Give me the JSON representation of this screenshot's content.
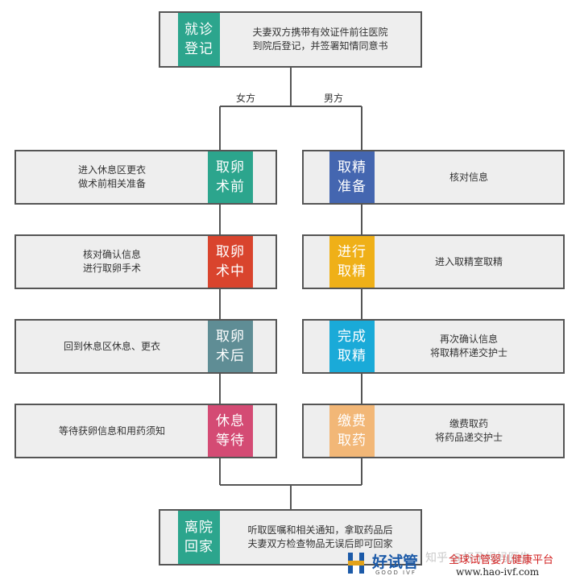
{
  "colors": {
    "teal": "#2ca58d",
    "blue": "#4466b0",
    "red": "#d9442d",
    "amber": "#efb018",
    "slate": "#5f8d95",
    "cyan": "#1aaad8",
    "pink": "#d44b74",
    "peach": "#f2b777",
    "box_bg": "#eeeeee",
    "line": "#555555"
  },
  "top": {
    "tag": "就诊\n登记",
    "desc": "夫妻双方携带有效证件前往医院\n到院后登记，并签署知情同意书"
  },
  "branch_labels": {
    "female": "女方",
    "male": "男方"
  },
  "female_steps": [
    {
      "tag": "取卵\n术前",
      "desc": "进入休息区更衣\n做术前相关准备",
      "color": "teal"
    },
    {
      "tag": "取卵\n术中",
      "desc": "核对确认信息\n进行取卵手术",
      "color": "red"
    },
    {
      "tag": "取卵\n术后",
      "desc": "回到休息区休息、更衣",
      "color": "slate"
    },
    {
      "tag": "休息\n等待",
      "desc": "等待获卵信息和用药须知",
      "color": "pink"
    }
  ],
  "male_steps": [
    {
      "tag": "取精\n准备",
      "desc": "核对信息",
      "color": "blue"
    },
    {
      "tag": "进行\n取精",
      "desc": "进入取精室取精",
      "color": "amber"
    },
    {
      "tag": "完成\n取精",
      "desc": "再次确认信息\n将取精杯递交护士",
      "color": "cyan"
    },
    {
      "tag": "缴费\n取药",
      "desc": "缴费取药\n将药品递交护士",
      "color": "peach"
    }
  ],
  "bottom": {
    "tag": "离院\n回家",
    "desc": "听取医嘱和相关通知，拿取药品后\n夫妻双方检查物品无误后即可回家"
  },
  "watermarks": {
    "zhihu": "知乎 @好孕妈妈医生",
    "logo_cn": "好试管",
    "logo_en": "GOOD IVF",
    "slogan": "全球试管婴儿健康平台",
    "url": "www.hao-ivf.com"
  }
}
